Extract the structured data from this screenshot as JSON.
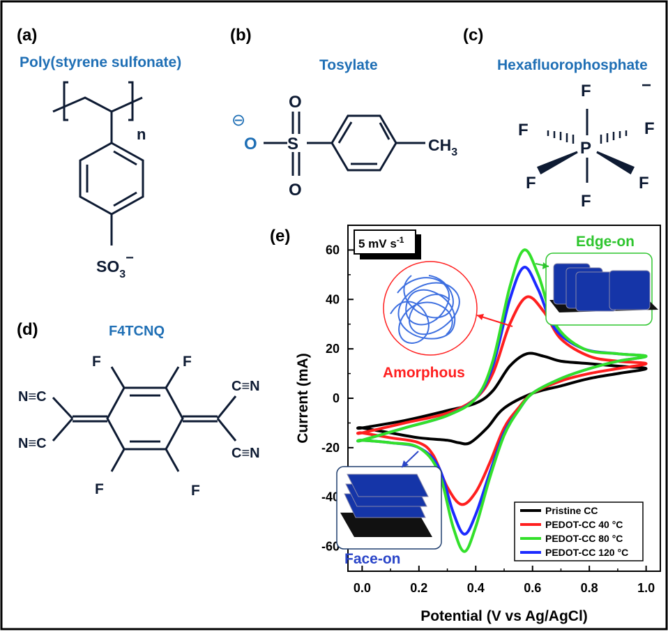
{
  "panels": {
    "a": {
      "label": "(a)",
      "title": "Poly(styrene sulfonate)",
      "subscript_n": "n",
      "group": "SO",
      "group_sub": "3",
      "group_charge": "−"
    },
    "b": {
      "label": "(b)",
      "title": "Tosylate",
      "o_charge": "⊖",
      "o_minus": "O",
      "s": "S",
      "o_top": "O",
      "o_bottom": "O",
      "ch": "CH",
      "ch_sub": "3"
    },
    "c": {
      "label": "(c)",
      "title": "Hexafluorophosphate",
      "center": "P",
      "f": "F",
      "charge": "−"
    },
    "d": {
      "label": "(d)",
      "title": "F4TCNQ",
      "f": "F",
      "ncl": "N≡C",
      "cnr": "C≡N"
    },
    "e": {
      "label": "(e)",
      "scan_rate": "5 mV s",
      "scan_rate_sup": "-1",
      "edge_on": "Edge-on",
      "amorphous": "Amorphous",
      "face_on": "Face-on"
    }
  },
  "colors": {
    "title_blue": "#1f6fb5",
    "ink": "#0e1b33",
    "black": "#000000",
    "red": "#ff1f1f",
    "green": "#33e02b",
    "blue": "#1c2bff",
    "edge_green": "#2ec52e",
    "amorph_red": "#ff1f1f",
    "face_blue": "#2a45c8",
    "film": "#1535a8"
  },
  "chart_data": {
    "type": "line",
    "xlabel": "Potential (V vs Ag/AgCl)",
    "ylabel": "Current (mA)",
    "xlim": [
      -0.05,
      1.05
    ],
    "ylim": [
      -70,
      70
    ],
    "xticks": [
      "0.0",
      "0.2",
      "0.4",
      "0.6",
      "0.8",
      "1.0"
    ],
    "yticks": [
      "-60",
      "-40",
      "-20",
      "0",
      "20",
      "40",
      "60"
    ],
    "legend_position": "bottom-right",
    "series": [
      {
        "name": "Pristine CC",
        "color": "#000000",
        "x": [
          0.0,
          0.15,
          0.3,
          0.4,
          0.46,
          0.52,
          0.58,
          0.64,
          0.7,
          0.8,
          0.9,
          1.0,
          0.9,
          0.8,
          0.7,
          0.6,
          0.5,
          0.44,
          0.38,
          0.34,
          0.3,
          0.2,
          0.1,
          0.0
        ],
        "y": [
          -12,
          -9,
          -5,
          -2,
          3,
          13,
          18,
          17,
          15,
          14,
          13,
          12,
          10,
          8,
          5,
          2,
          -4,
          -12,
          -18,
          -18,
          -17,
          -16,
          -14,
          -12
        ]
      },
      {
        "name": "PEDOT-CC 40 °C",
        "color": "#ff1f1f",
        "x": [
          0.0,
          0.15,
          0.3,
          0.4,
          0.46,
          0.52,
          0.58,
          0.64,
          0.7,
          0.8,
          0.9,
          1.0,
          0.9,
          0.8,
          0.7,
          0.6,
          0.55,
          0.5,
          0.45,
          0.4,
          0.35,
          0.3,
          0.25,
          0.2,
          0.1,
          0.0
        ],
        "y": [
          -14,
          -10,
          -6,
          0,
          10,
          30,
          41,
          35,
          24,
          17,
          15,
          14,
          12,
          10,
          7,
          2,
          -4,
          -12,
          -26,
          -38,
          -43,
          -36,
          -23,
          -18,
          -16,
          -14
        ]
      },
      {
        "name": "PEDOT-CC 80 °C",
        "color": "#33e02b",
        "x": [
          0.0,
          0.15,
          0.3,
          0.4,
          0.46,
          0.52,
          0.57,
          0.62,
          0.68,
          0.78,
          0.9,
          1.0,
          0.9,
          0.8,
          0.7,
          0.6,
          0.55,
          0.5,
          0.45,
          0.4,
          0.36,
          0.32,
          0.27,
          0.2,
          0.1,
          0.0
        ],
        "y": [
          -17,
          -12,
          -7,
          0,
          15,
          45,
          60,
          50,
          30,
          20,
          18,
          17,
          15,
          12,
          8,
          2,
          -5,
          -15,
          -32,
          -52,
          -62,
          -52,
          -30,
          -20,
          -18,
          -17
        ]
      },
      {
        "name": "PEDOT-CC 120 °C",
        "color": "#1c2bff",
        "x": [
          0.0,
          0.15,
          0.3,
          0.4,
          0.46,
          0.52,
          0.57,
          0.62,
          0.68,
          0.78,
          0.9,
          1.0,
          0.9,
          0.8,
          0.7,
          0.6,
          0.55,
          0.5,
          0.45,
          0.4,
          0.36,
          0.32,
          0.27,
          0.2,
          0.1,
          0.0
        ],
        "y": [
          -17,
          -12,
          -7,
          0,
          13,
          40,
          53,
          44,
          28,
          20,
          18,
          17,
          15,
          12,
          8,
          2,
          -5,
          -14,
          -30,
          -47,
          -55,
          -46,
          -28,
          -20,
          -18,
          -17
        ]
      }
    ]
  }
}
